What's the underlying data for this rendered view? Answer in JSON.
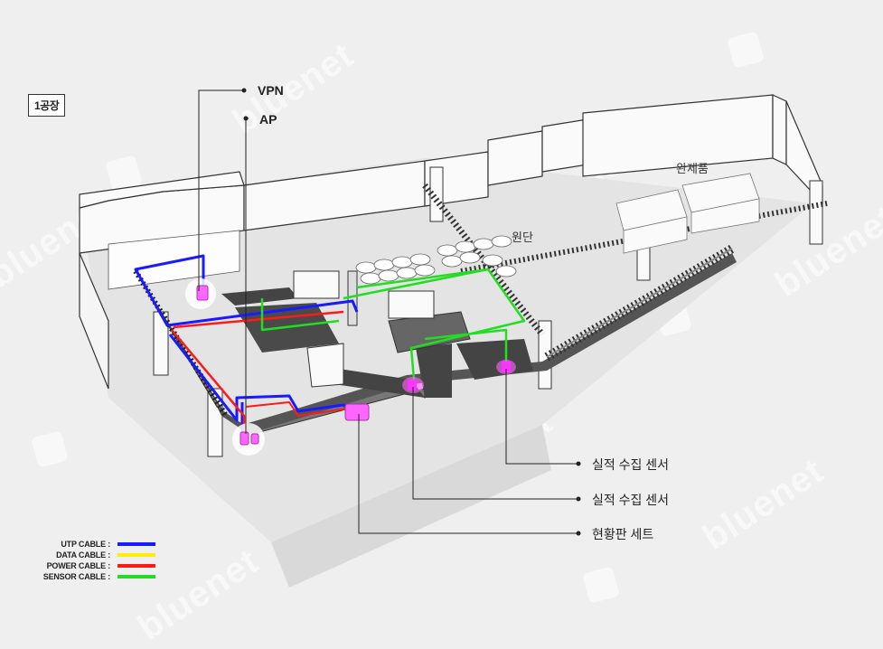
{
  "factory_label": "1공장",
  "callouts": {
    "vpn": "VPN",
    "ap": "AP",
    "sensor_1": "실적 수집 센서",
    "sensor_2": "실적 수집 센서",
    "display_set": "현황판 세트"
  },
  "zones": {
    "finished_goods": "완제품",
    "raw_material": "원단"
  },
  "legend": [
    {
      "label": "UTP CABLE :",
      "color": "#1a1aff"
    },
    {
      "label": "DATA CABLE :",
      "color": "#ffee00"
    },
    {
      "label": "POWER CABLE :",
      "color": "#ff1a1a"
    },
    {
      "label": "SENSOR CABLE :",
      "color": "#22dd22"
    }
  ],
  "watermark": "bluenet",
  "colors": {
    "utp": "#1a1aff",
    "power": "#ff1a1a",
    "sensor": "#22dd22",
    "device": "#ff66ff",
    "outline": "#333333"
  }
}
